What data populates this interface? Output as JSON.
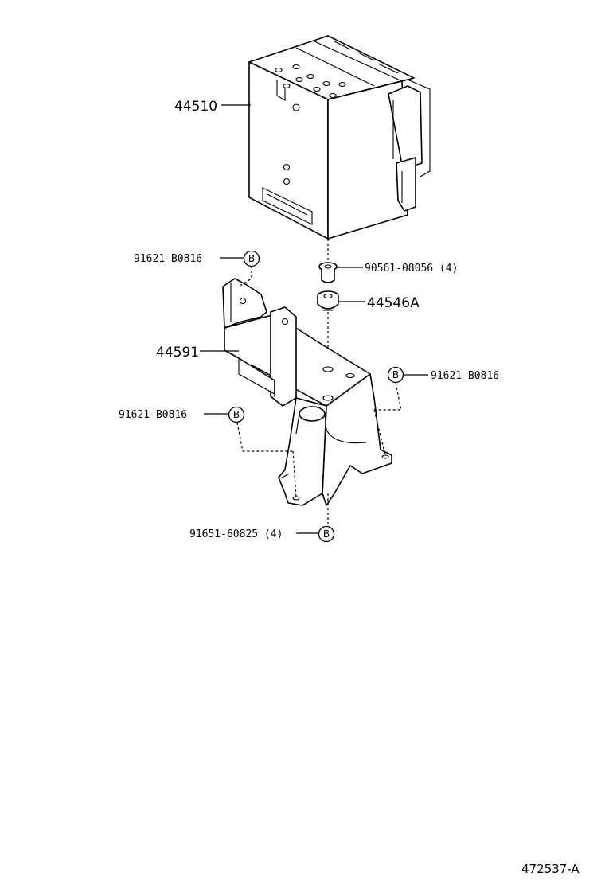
{
  "diagram": {
    "id": "472537-A",
    "parts": {
      "actuator": "44510",
      "bracket": "44591",
      "cushion": "44546A",
      "bolt": "90561-08056 (4)",
      "bolt_b_top_left": "91621-B0816",
      "bolt_b_right": "91621-B0816",
      "bolt_b_mid_left": "91621-B0816",
      "bolt_b_bottom": "91651-60825 (4)"
    },
    "badge_letter": "B"
  }
}
